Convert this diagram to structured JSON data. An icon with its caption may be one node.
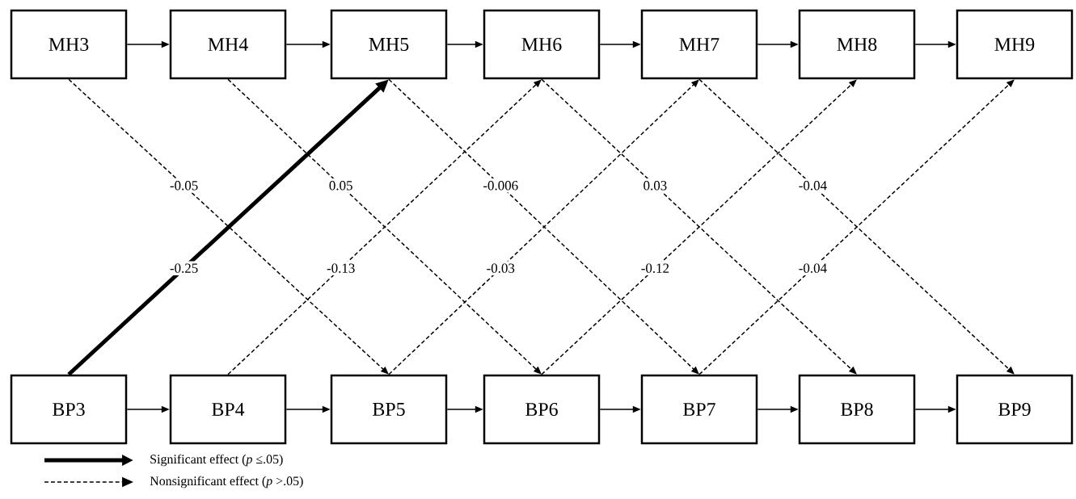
{
  "diagram": {
    "nodes": [
      {
        "text": [
          "MH3"
        ]
      },
      {
        "text": [
          "MH4"
        ]
      },
      {
        "text": [
          "MH5"
        ]
      },
      {
        "text": [
          "MH6"
        ]
      },
      {
        "text": [
          "MH7"
        ]
      },
      {
        "text": [
          "MH8"
        ]
      },
      {
        "text": [
          "MH9"
        ]
      },
      {
        "text": [
          "BP3"
        ]
      },
      {
        "text": [
          "BP4"
        ]
      },
      {
        "text": [
          "BP5"
        ]
      },
      {
        "text": [
          "BP6"
        ]
      },
      {
        "text": [
          "BP7"
        ]
      },
      {
        "text": [
          "BP8"
        ]
      },
      {
        "text": [
          "BP9"
        ]
      }
    ],
    "edges": [
      {
        "from": 0,
        "to": 1,
        "arrow": "to"
      },
      {
        "from": 1,
        "to": 2,
        "arrow": "to"
      },
      {
        "from": 2,
        "to": 3,
        "arrow": "to"
      },
      {
        "from": 3,
        "to": 4,
        "arrow": "to"
      },
      {
        "from": 4,
        "to": 5,
        "arrow": "to"
      },
      {
        "from": 5,
        "to": 6,
        "arrow": "to"
      },
      {
        "from": 7,
        "to": 8,
        "arrow": "to"
      },
      {
        "from": 8,
        "to": 9,
        "arrow": "to"
      },
      {
        "from": 9,
        "to": 10,
        "arrow": "to"
      },
      {
        "from": 10,
        "to": 11,
        "arrow": "to"
      },
      {
        "from": 11,
        "to": 12,
        "arrow": "to"
      },
      {
        "from": 12,
        "to": 13,
        "arrow": "to"
      },
      {
        "from": 0,
        "to": 9,
        "arrow": "to",
        "style": "dashed",
        "label": "-0.05"
      },
      {
        "from": 1,
        "to": 10,
        "arrow": "to",
        "style": "dashed",
        "label": "0.05"
      },
      {
        "from": 2,
        "to": 11,
        "arrow": "to",
        "style": "dashed",
        "label": "-0.006"
      },
      {
        "from": 3,
        "to": 12,
        "arrow": "to",
        "style": "dashed",
        "label": "0.03"
      },
      {
        "from": 4,
        "to": 13,
        "arrow": "to",
        "style": "dashed",
        "label": "-0.04"
      },
      {
        "from": 7,
        "to": 2,
        "arrow": "to",
        "style": "thick",
        "label": "-0.25"
      },
      {
        "from": 8,
        "to": 3,
        "arrow": "to",
        "style": "dashed",
        "label": "-0.13"
      },
      {
        "from": 9,
        "to": 4,
        "arrow": "to",
        "style": "dashed",
        "label": "-0.03"
      },
      {
        "from": 10,
        "to": 5,
        "arrow": "to",
        "style": "dashed",
        "label": "-0.12"
      },
      {
        "from": 11,
        "to": 6,
        "arrow": "to",
        "style": "dashed",
        "label": "-0.04"
      }
    ],
    "legend": [
      {
        "text": "Significant effect (*p* ≤.05)"
      },
      {
        "text": "Nonsignificant effect (*p* >.05)"
      }
    ]
  }
}
